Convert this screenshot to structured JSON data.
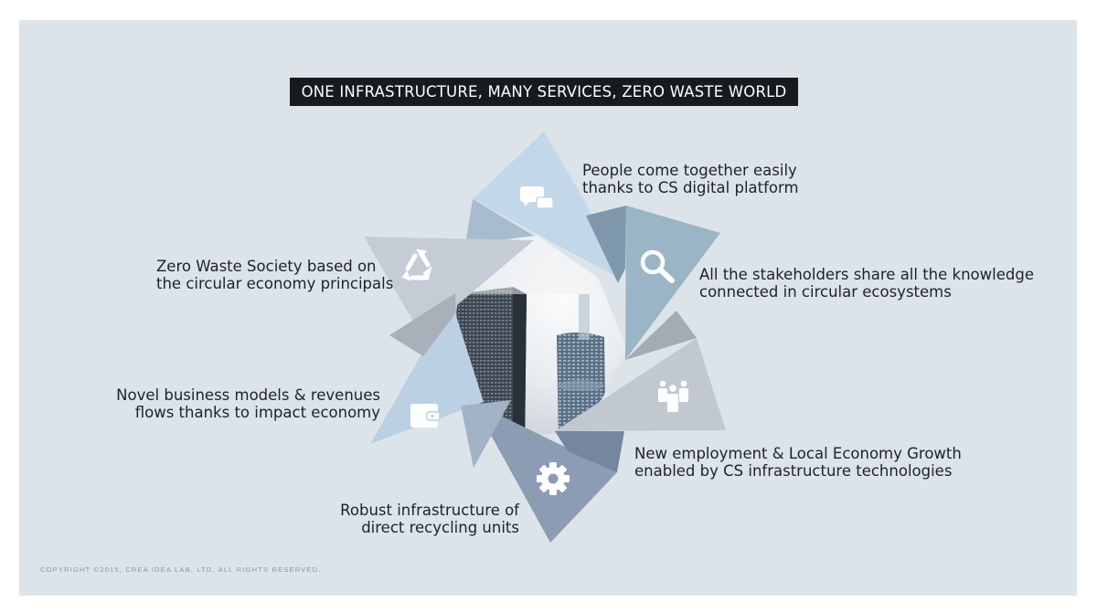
{
  "title": "ONE INFRASTRUCTURE, MANY SERVICES, ZERO WASTE WORLD",
  "captions": [
    {
      "id": "people",
      "lines": [
        "People come together easily",
        "thanks to CS digital platform"
      ]
    },
    {
      "id": "stakeholders",
      "lines": [
        "All the stakeholders share all the knowledge",
        "connected in circular ecosystems"
      ]
    },
    {
      "id": "employment",
      "lines": [
        "New employment & Local Economy Growth",
        "enabled by CS infrastructure technologies"
      ]
    },
    {
      "id": "robust",
      "lines": [
        "Robust infrastructure of",
        "direct recycling units"
      ]
    },
    {
      "id": "novel",
      "lines": [
        "Novel business models & revenues",
        "flows thanks to impact economy"
      ]
    },
    {
      "id": "zerowaste",
      "lines": [
        "Zero Waste Society based on",
        "the circular economy principals"
      ]
    }
  ],
  "icons": [
    "chat-icon",
    "magnifier-icon",
    "people-group-icon",
    "gear-icon",
    "wallet-icon",
    "recycle-icon"
  ],
  "copyright": "COPYRIGHT ©2015, CREA IDEA LAB, LTD. ALL RIGHTS RESERVED.",
  "colors": {
    "background": "#dde4e9",
    "banner": "#171b1e",
    "blade_light_blue": "#bcd3e6",
    "blade_teal": "#9db6c5",
    "blade_grey": "#c3cad3",
    "blade_slate": "#8a9cb2"
  }
}
